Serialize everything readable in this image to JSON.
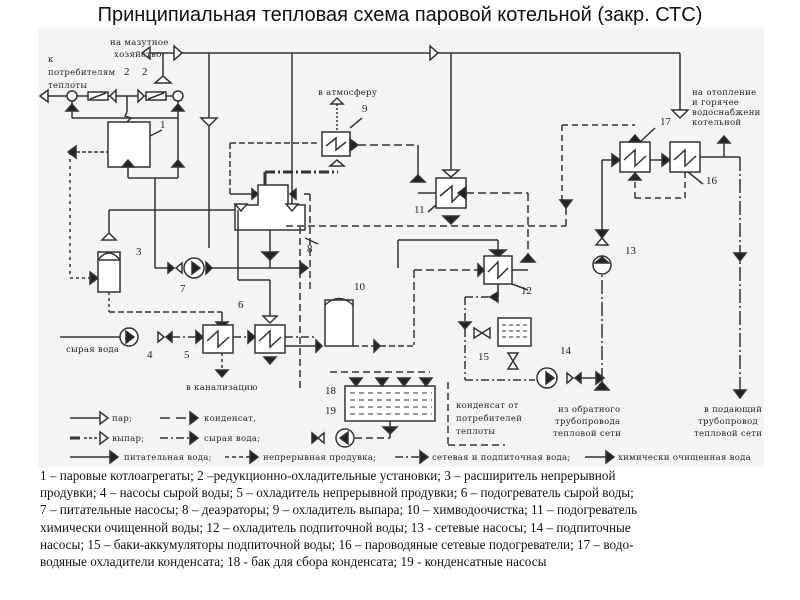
{
  "title": "Принципиальная тепловая схема паровой котельной (закр. СТС)",
  "diagram": {
    "labels": {
      "mazut": [
        "на мазутное",
        "хозяйство"
      ],
      "consumers": [
        "к",
        "потребителям",
        "теплоты"
      ],
      "atmosphere": "в атмосферу",
      "heating": [
        "на отопление",
        "и горячее",
        "водоснабжени",
        "котельной"
      ],
      "raw_water": "сырая вода",
      "sewer": "в канализацию",
      "condensate_from": [
        "конденсат от",
        "потребителей",
        "теплоты"
      ],
      "return_line": [
        "из обратного",
        "трубопровода",
        "тепловой сети"
      ],
      "supply_line": [
        "в подающий",
        "трубопровод",
        "тепловой сети"
      ]
    },
    "equipment_numbers": [
      "1",
      "2",
      "2",
      "3",
      "4",
      "5",
      "6",
      "7",
      "8",
      "9",
      "10",
      "11",
      "12",
      "13",
      "14",
      "15",
      "16",
      "17",
      "18",
      "19"
    ],
    "legend": [
      {
        "line": "solid-open-arrow",
        "label": "пар;"
      },
      {
        "line": "dash-filled-arrow",
        "label": "конденсат,"
      },
      {
        "line": "thick-dash-open-arrow",
        "label": "выпар;"
      },
      {
        "line": "dash-dot-filled-arrow",
        "label": "сырая вода;"
      },
      {
        "line": "solid-filled-arrow",
        "label": "питательная вода;"
      },
      {
        "line": "и-filled-arrow",
        "label": "непрерывная продувка;"
      },
      {
        "line": "long-dash-filled-arrow",
        "label": "сетевая и подпиточная вода;"
      },
      {
        "line": "x-filled-arrow",
        "label": "химически очищенная вода"
      }
    ]
  },
  "caption_lines": [
    "1 – паровые котлоагрегаты; 2 –редукционно-охладительные установки; 3 – расширитель непрерывной",
    "продувки; 4 – насосы сырой воды; 5 – охладитель непрерывной продувки; 6 – подогреватель сырой воды;",
    "7 – питательные насосы; 8 – деаэраторы; 9 – охладитель выпара; 10 – химводоочистка; 11 – подогреватель",
    "химически очищенной воды; 12 – охладитель подпиточной воды; 13 - сетевые насосы; 14 – подпиточные",
    "насосы; 15 – баки-аккумуляторы подпиточной воды; 16 – пароводяные сетевые подогреватели; 17 – водо-",
    "водяные охладители конденсата; 18 - бак для сбора конденсата; 19 - конденсатные насосы"
  ]
}
